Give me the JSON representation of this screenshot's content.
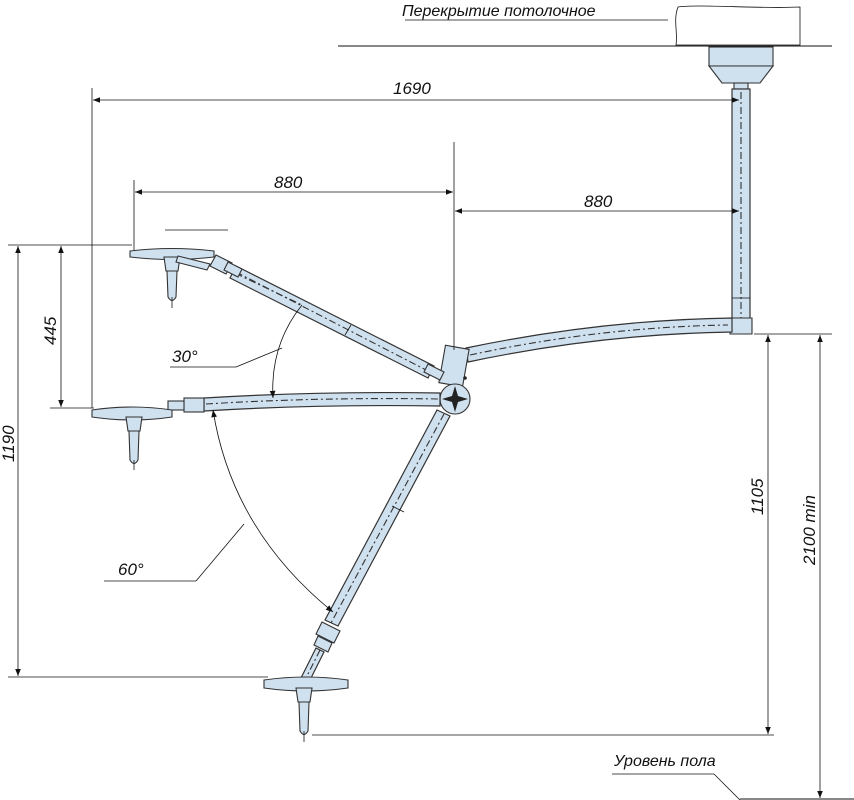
{
  "labels": {
    "ceiling": "Перекрытие потолочное",
    "floor": "Уровень пола"
  },
  "dimensions": {
    "total_reach": "1690",
    "arm_reach_upper": "880",
    "arm_reach_main": "880",
    "height_445": "445",
    "height_1190": "1190",
    "height_1105": "1105",
    "height_2100": "2100 min"
  },
  "angles": {
    "upper": "30°",
    "lower": "60°"
  },
  "colors": {
    "arm_fill": "#cfe0ef",
    "line": "#111111"
  }
}
